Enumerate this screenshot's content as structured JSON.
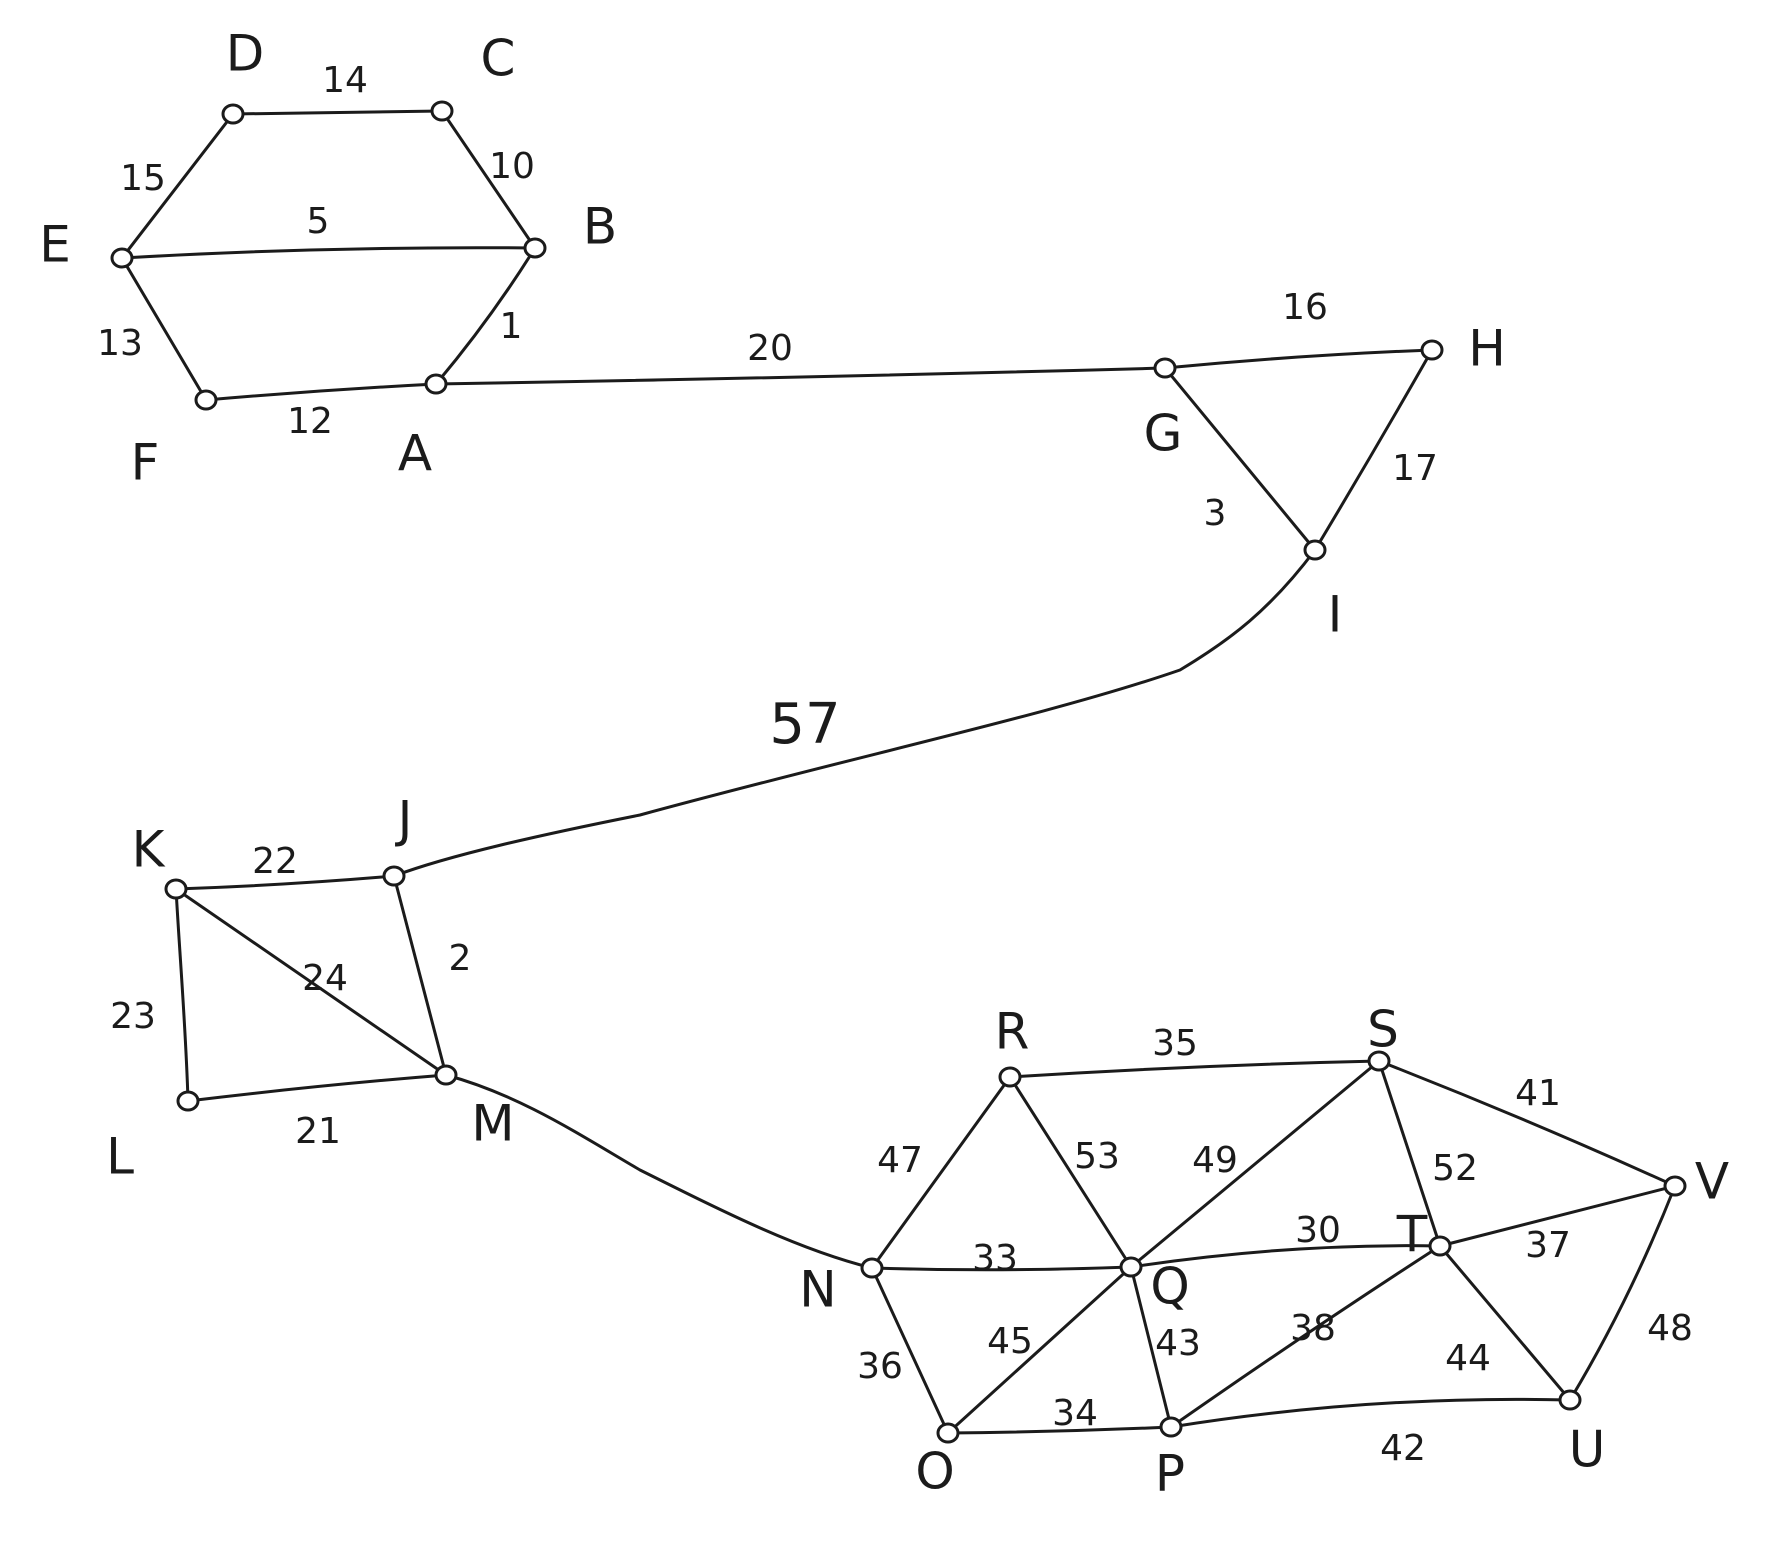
{
  "graph": {
    "nodes": [
      {
        "id": "A",
        "label": "A"
      },
      {
        "id": "B",
        "label": "B"
      },
      {
        "id": "C",
        "label": "C"
      },
      {
        "id": "D",
        "label": "D"
      },
      {
        "id": "E",
        "label": "E"
      },
      {
        "id": "F",
        "label": "F"
      },
      {
        "id": "G",
        "label": "G"
      },
      {
        "id": "H",
        "label": "H"
      },
      {
        "id": "I",
        "label": "I"
      },
      {
        "id": "J",
        "label": "J"
      },
      {
        "id": "K",
        "label": "K"
      },
      {
        "id": "L",
        "label": "L"
      },
      {
        "id": "M",
        "label": "M"
      },
      {
        "id": "N",
        "label": "N"
      },
      {
        "id": "O",
        "label": "O"
      },
      {
        "id": "P",
        "label": "P"
      },
      {
        "id": "Q",
        "label": "Q"
      },
      {
        "id": "R",
        "label": "R"
      },
      {
        "id": "S",
        "label": "S"
      },
      {
        "id": "T",
        "label": "T"
      },
      {
        "id": "U",
        "label": "U"
      },
      {
        "id": "V",
        "label": "V"
      }
    ],
    "edges": [
      {
        "from": "D",
        "to": "C",
        "weight": "14"
      },
      {
        "from": "C",
        "to": "B",
        "weight": "10"
      },
      {
        "from": "E",
        "to": "D",
        "weight": "15"
      },
      {
        "from": "E",
        "to": "B",
        "weight": "5"
      },
      {
        "from": "B",
        "to": "A",
        "weight": "1"
      },
      {
        "from": "E",
        "to": "F",
        "weight": "13"
      },
      {
        "from": "F",
        "to": "A",
        "weight": "12"
      },
      {
        "from": "A",
        "to": "G",
        "weight": "20"
      },
      {
        "from": "G",
        "to": "H",
        "weight": "16"
      },
      {
        "from": "H",
        "to": "I",
        "weight": "17"
      },
      {
        "from": "G",
        "to": "I",
        "weight": "3"
      },
      {
        "from": "I",
        "to": "J",
        "weight": "57"
      },
      {
        "from": "K",
        "to": "J",
        "weight": "22"
      },
      {
        "from": "J",
        "to": "M",
        "weight": "2"
      },
      {
        "from": "K",
        "to": "M",
        "weight": "24"
      },
      {
        "from": "K",
        "to": "L",
        "weight": "23"
      },
      {
        "from": "L",
        "to": "M",
        "weight": "21"
      },
      {
        "from": "M",
        "to": "N",
        "weight": ""
      },
      {
        "from": "R",
        "to": "S",
        "weight": "35"
      },
      {
        "from": "S",
        "to": "V",
        "weight": "41"
      },
      {
        "from": "N",
        "to": "R",
        "weight": "47"
      },
      {
        "from": "R",
        "to": "Q",
        "weight": "53"
      },
      {
        "from": "Q",
        "to": "S",
        "weight": "49"
      },
      {
        "from": "S",
        "to": "T",
        "weight": "52"
      },
      {
        "from": "N",
        "to": "Q",
        "weight": "33"
      },
      {
        "from": "Q",
        "to": "T",
        "weight": "30"
      },
      {
        "from": "T",
        "to": "V",
        "weight": "37"
      },
      {
        "from": "N",
        "to": "O",
        "weight": "36"
      },
      {
        "from": "O",
        "to": "Q",
        "weight": "45"
      },
      {
        "from": "Q",
        "to": "P",
        "weight": "43"
      },
      {
        "from": "P",
        "to": "T",
        "weight": "38"
      },
      {
        "from": "T",
        "to": "U",
        "weight": "44"
      },
      {
        "from": "V",
        "to": "U",
        "weight": "48"
      },
      {
        "from": "O",
        "to": "P",
        "weight": "34"
      },
      {
        "from": "P",
        "to": "U",
        "weight": "42"
      }
    ]
  },
  "colors": {
    "ink": "#1b1b1b",
    "paper": "#ffffff"
  }
}
